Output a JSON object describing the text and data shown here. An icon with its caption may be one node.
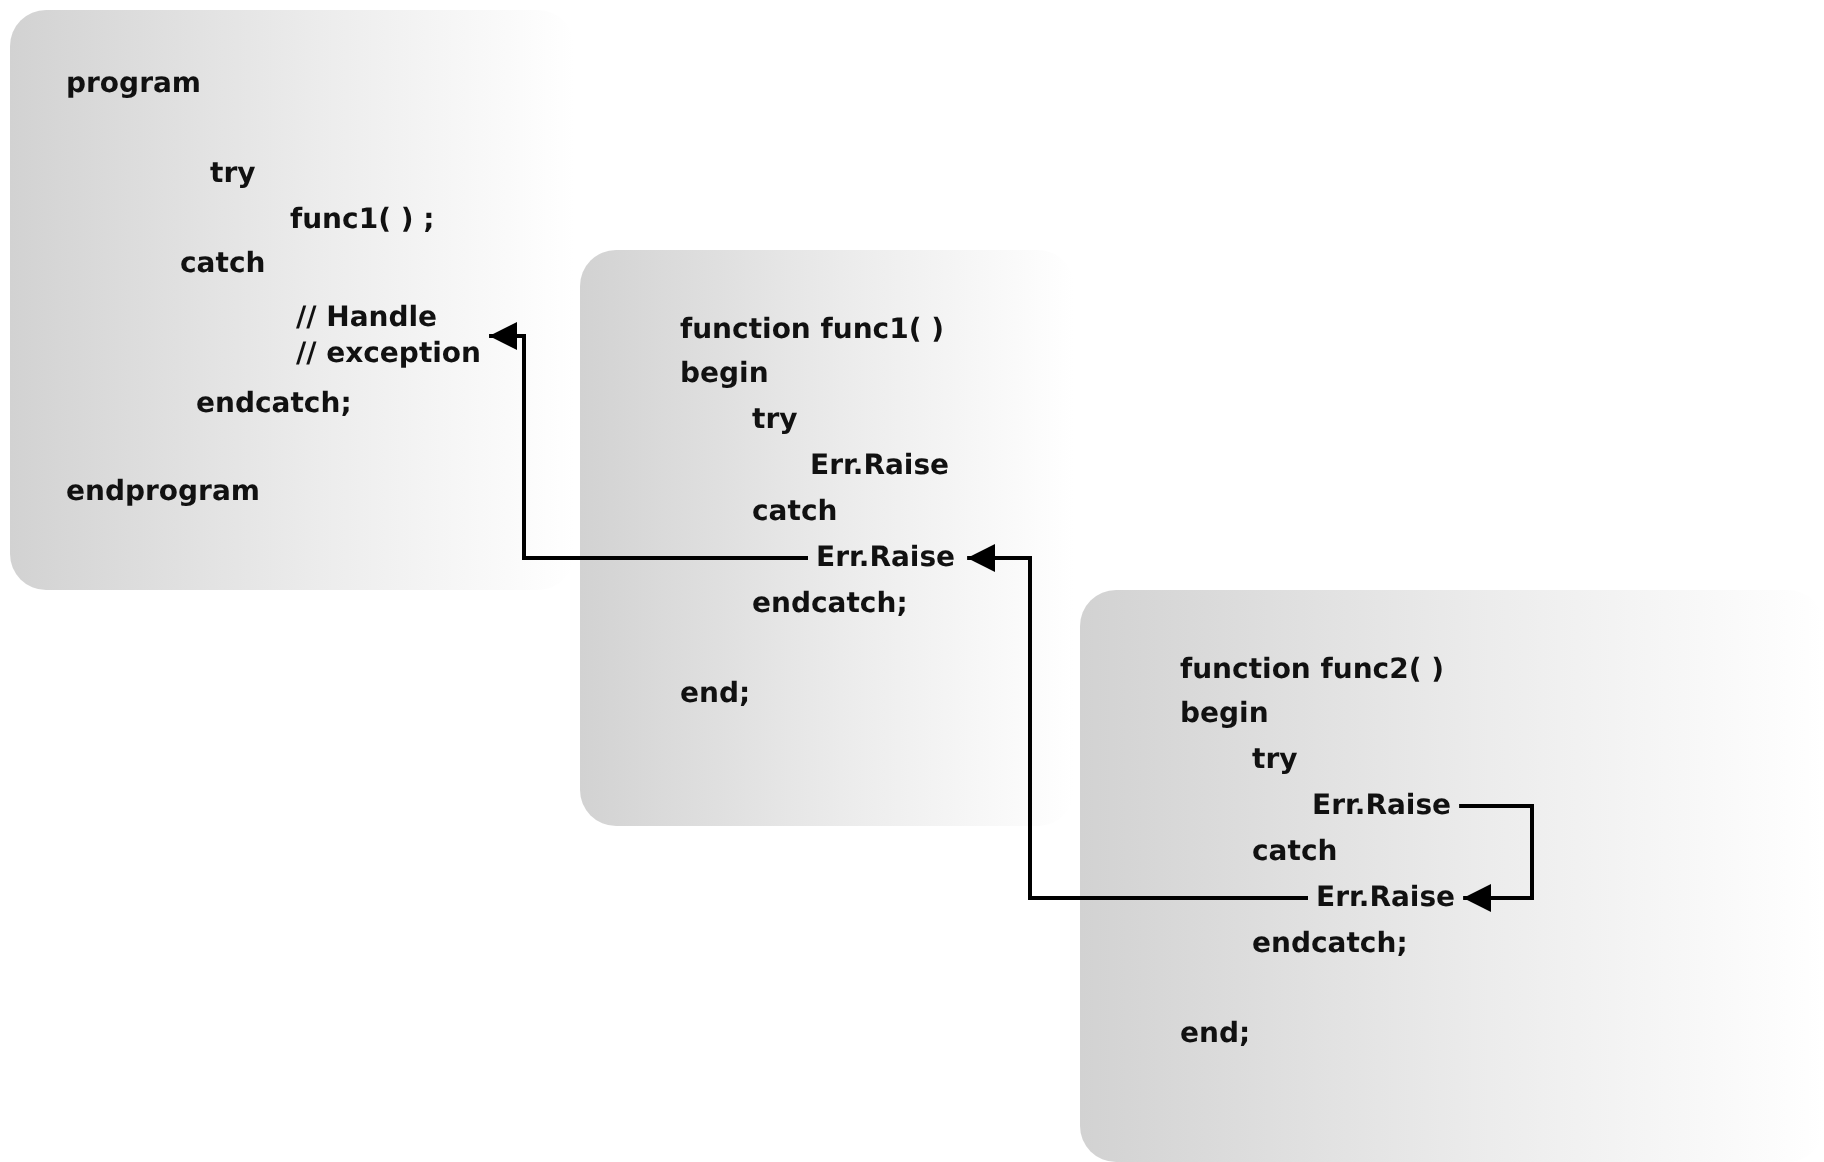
{
  "diagram": {
    "nodes": [
      {
        "text": [],
        "shape": "box"
      },
      {
        "text": [
          "program"
        ],
        "in": 0
      },
      {
        "text": [
          "try"
        ],
        "in": 0
      },
      {
        "text": [
          "func1( ) ;"
        ],
        "in": 0
      },
      {
        "text": [
          "catch"
        ],
        "in": 0
      },
      {
        "text": [
          "// Handle",
          "// exception"
        ],
        "in": 0
      },
      {
        "text": [
          "endcatch;"
        ],
        "in": 0
      },
      {
        "text": [
          "endprogram"
        ],
        "in": 0
      },
      {
        "text": [],
        "shape": "box"
      },
      {
        "text": [
          "function func1( )"
        ],
        "in": 8
      },
      {
        "text": [
          "begin"
        ],
        "in": 8
      },
      {
        "text": [
          "try"
        ],
        "in": 8
      },
      {
        "text": [
          "Err.Raise"
        ],
        "in": 8
      },
      {
        "text": [
          "catch"
        ],
        "in": 8
      },
      {
        "text": [
          "Err.Raise"
        ],
        "in": 8
      },
      {
        "text": [
          "endcatch;"
        ],
        "in": 8
      },
      {
        "text": [
          "end;"
        ],
        "in": 8
      },
      {
        "text": [],
        "shape": "box"
      },
      {
        "text": [
          "function func2( )"
        ],
        "in": 17
      },
      {
        "text": [
          "begin"
        ],
        "in": 17
      },
      {
        "text": [
          "try"
        ],
        "in": 17
      },
      {
        "text": [
          "Err.Raise"
        ],
        "in": 17
      },
      {
        "text": [
          "catch"
        ],
        "in": 17
      },
      {
        "text": [
          "Err.Raise"
        ],
        "in": 17
      },
      {
        "text": [
          "endcatch;"
        ],
        "in": 17
      },
      {
        "text": [
          "end;"
        ],
        "in": 17
      }
    ],
    "edges": [
      {
        "from": 21,
        "to": 23,
        "arrow": "to"
      },
      {
        "from": 23,
        "to": 14,
        "arrow": "to"
      },
      {
        "from": 14,
        "to": 5,
        "arrow": "to"
      }
    ]
  }
}
